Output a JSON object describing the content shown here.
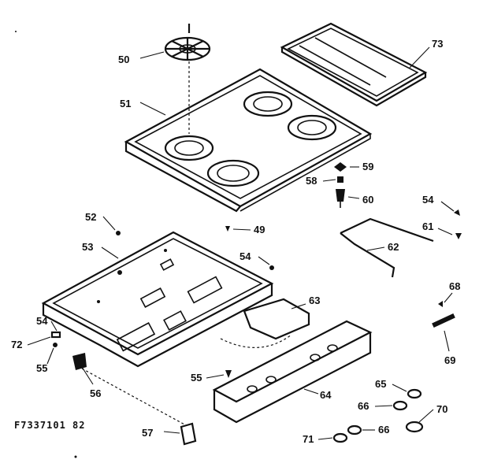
{
  "diagram": {
    "code": "F7337101 82",
    "labels": {
      "p49": "49",
      "p50": "50",
      "p51": "51",
      "p52": "52",
      "p53": "53",
      "p54a": "54",
      "p54b": "54",
      "p54c": "54",
      "p55a": "55",
      "p55b": "55",
      "p56": "56",
      "p57": "57",
      "p58": "58",
      "p59": "59",
      "p60": "60",
      "p61": "61",
      "p62": "62",
      "p63": "63",
      "p64": "64",
      "p65": "65",
      "p66a": "66",
      "p66b": "66",
      "p68": "68",
      "p69": "69",
      "p70": "70",
      "p71": "71",
      "p72": "72",
      "p73": "73"
    }
  }
}
